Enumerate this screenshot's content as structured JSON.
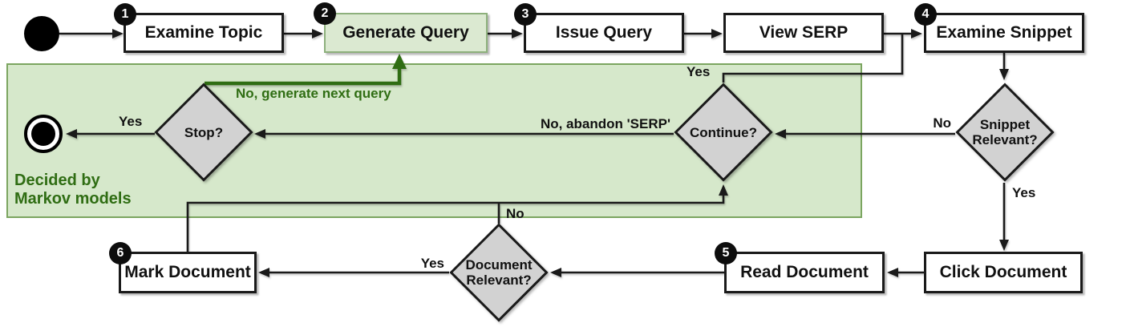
{
  "colors": {
    "line_color": "#1a1a1a",
    "region_fill": "#d6e8cb",
    "region_border": "#7ba560",
    "green_box_fill": "#dbe9d1",
    "green_box_border": "#8db07c",
    "dark_green": "#2f6d13",
    "diamond_fill": "#d2d2d2",
    "badge_bg": "#0d0d0d",
    "badge_text": "#ffffff"
  },
  "region": {
    "label": "Decided by\nMarkov models"
  },
  "nodes": {
    "examine_topic": {
      "badge": "1",
      "label": "Examine Topic"
    },
    "generate_query": {
      "badge": "2",
      "label": "Generate Query"
    },
    "issue_query": {
      "badge": "3",
      "label": "Issue Query"
    },
    "view_serp": {
      "label": "View SERP"
    },
    "examine_snippet": {
      "badge": "4",
      "label": "Examine Snippet"
    },
    "stop": {
      "label": "Stop?"
    },
    "continue": {
      "label": "Continue?"
    },
    "snippet_relevant": {
      "label": "Snippet Relevant?"
    },
    "document_relevant": {
      "label": "Document Relevant?"
    },
    "mark_document": {
      "badge": "6",
      "label": "Mark Document"
    },
    "read_document": {
      "badge": "5",
      "label": "Read Document"
    },
    "click_document": {
      "label": "Click Document"
    }
  },
  "edge_labels": {
    "stop_yes": "Yes",
    "continue_no": "No, abandon 'SERP'",
    "continue_yes": "Yes",
    "snippet_no": "No",
    "snippet_yes": "Yes",
    "document_yes": "Yes",
    "document_no": "No",
    "generate_next_query": "No, generate next query"
  }
}
